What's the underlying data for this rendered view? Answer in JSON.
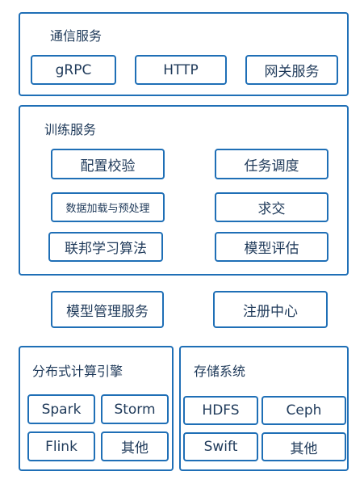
{
  "communication": {
    "title": "通信服务",
    "items": [
      "gRPC",
      "HTTP",
      "网关服务"
    ]
  },
  "training": {
    "title": "训练服务",
    "items": [
      "配置校验",
      "任务调度",
      "数据加载与预处理",
      "求交",
      "联邦学习算法",
      "模型评估"
    ]
  },
  "model_management": "模型管理服务",
  "registry": "注册中心",
  "distributed": {
    "title": "分布式计算引擎",
    "items": [
      "Spark",
      "Storm",
      "Flink",
      "其他"
    ]
  },
  "storage": {
    "title": "存储系统",
    "items": [
      "HDFS",
      "Ceph",
      "Swift",
      "其他"
    ]
  },
  "colors": {
    "border": "#1f6fb6",
    "text": "#1f3a5a"
  }
}
